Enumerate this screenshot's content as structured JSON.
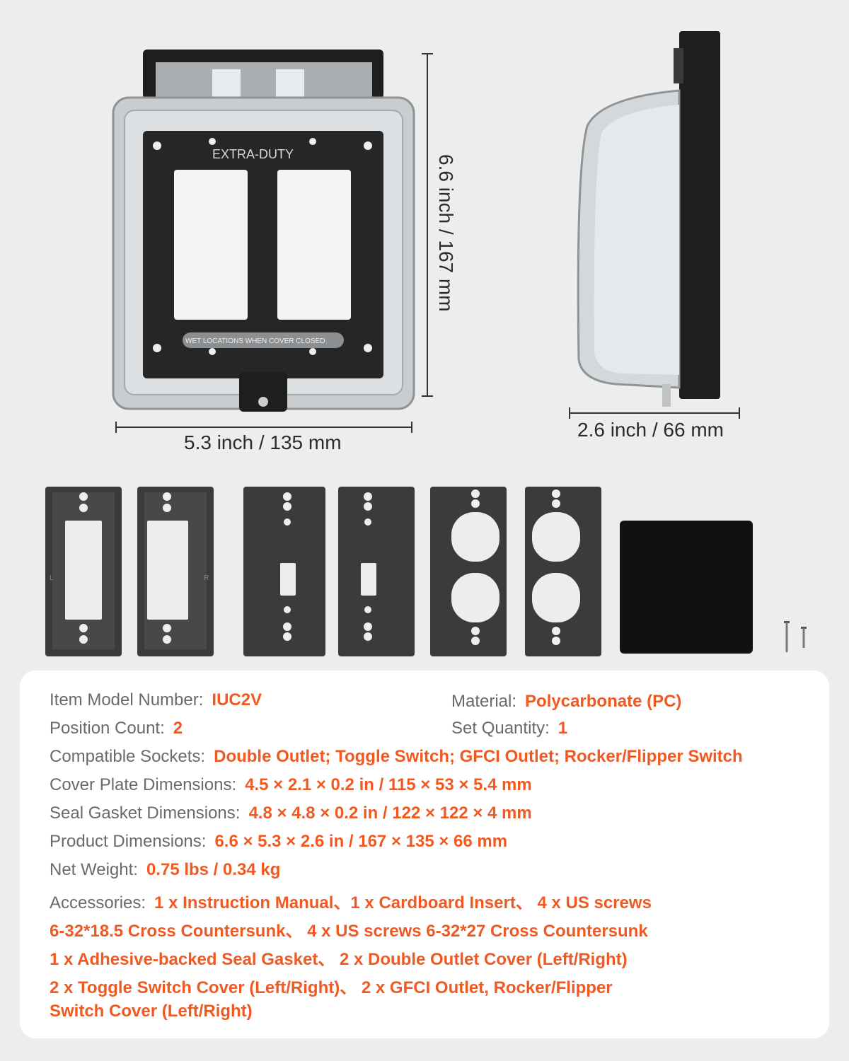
{
  "dimensions": {
    "height": "6.6 inch / 167 mm",
    "width": "5.3 inch / 135 mm",
    "depth": "2.6 inch / 66 mm"
  },
  "product_labels": {
    "top": "EXTRA-DUTY",
    "bottom": "WET LOCATIONS WHEN COVER CLOSED"
  },
  "plate_marks": {
    "left": "L",
    "right": "R"
  },
  "specs": {
    "model": {
      "label": "Item Model Number:",
      "value": "IUC2V"
    },
    "material": {
      "label": "Material:",
      "value": "Polycarbonate (PC)"
    },
    "position_count": {
      "label": "Position Count:",
      "value": "2"
    },
    "set_quantity": {
      "label": "Set Quantity:",
      "value": "1"
    },
    "compatible": {
      "label": "Compatible Sockets:",
      "value": "Double Outlet; Toggle Switch; GFCI Outlet; Rocker/Flipper Switch"
    },
    "cover_plate": {
      "label": "Cover Plate Dimensions:",
      "value": "4.5 × 2.1 × 0.2 in / 115 × 53 × 5.4 mm"
    },
    "seal_gasket": {
      "label": "Seal Gasket Dimensions:",
      "value": "4.8 × 4.8 × 0.2 in / 122 × 122 × 4 mm"
    },
    "product_dims": {
      "label": "Product Dimensions:",
      "value": "6.6 × 5.3 × 2.6 in / 167 × 135 × 66 mm"
    },
    "net_weight": {
      "label": "Net Weight:",
      "value": "0.75 lbs / 0.34 kg"
    },
    "accessories": {
      "label": "Accessories:",
      "line1": "1 x Instruction Manual、1 x Cardboard Insert、 4 x US screws",
      "line2": "6-32*18.5 Cross Countersunk、 4 x US screws 6-32*27 Cross Countersunk",
      "line3": "1 x Adhesive-backed Seal Gasket、 2 x Double Outlet Cover (Left/Right)",
      "line4": "2 x Toggle Switch Cover (Left/Right)、 2 x GFCI Outlet, Rocker/Flipper",
      "line5": "Switch Cover (Left/Right)"
    }
  }
}
